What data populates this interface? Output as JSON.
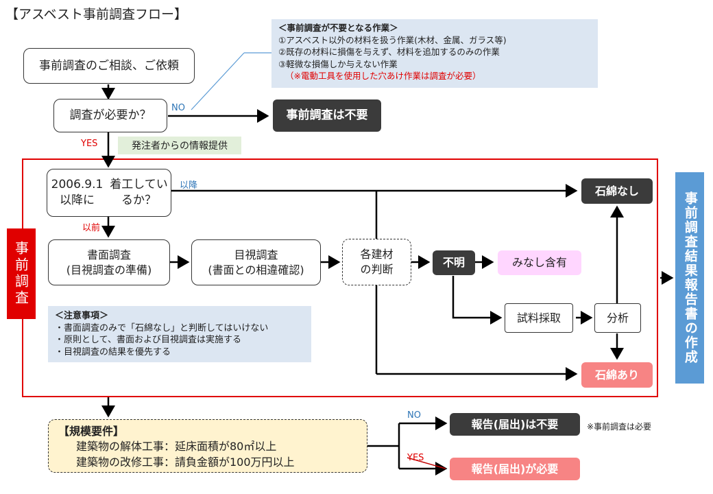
{
  "title": "【アスベスト事前調査フロー】",
  "note_top": {
    "heading": "＜事前調査が不要となる作業＞",
    "items": [
      "①アスベスト以外の材料を扱う作業(木材、金属、ガラス等)",
      "②既存の材料に損傷を与えず、材料を追加するのみの作業",
      "③軽微な損傷しか与えない作業"
    ],
    "red_note": "（※電動工具を使用した穴あけ作業は調査が必要）"
  },
  "nodes": {
    "consult": "事前調査のご相談、ご依頼",
    "need": "調査が必要か？",
    "not_needed": "事前調査は不要",
    "date_line1": "2006.9.1以降に",
    "date_line2": "着工しているか？",
    "doc_line1": "書面調査",
    "doc_line2": "(目視調査の準備)",
    "visual_line1": "目視調査",
    "visual_line2": "(書面との相違確認)",
    "judge_line1": "各建材",
    "judge_line2": "の判断",
    "unknown": "不明",
    "deemed": "みなし含有",
    "sampling": "試料採取",
    "analysis": "分析",
    "none": "石綿なし",
    "present": "石綿あり",
    "report_make": "事前調査結果報告書の作成",
    "report_not": "報告(届出)は不要",
    "report_need": "報告(届出)が必要"
  },
  "labels": {
    "no": "NO",
    "yes": "YES",
    "info": "発注者からの情報提供",
    "after": "以降",
    "before": "以前",
    "side": "事前調査",
    "no2": "NO",
    "yes2": "YES",
    "footnote": "※事前調査は必要"
  },
  "caution": {
    "heading": "＜注意事項＞",
    "items": [
      "・書面調査のみで「石綿なし」と判断してはいけない",
      "・原則として、書面および目視調査は実施する",
      "・目視調査の結果を優先する"
    ]
  },
  "scale": {
    "heading": "【規模要件】",
    "items": [
      "建築物の解体工事：延床面積が80㎡以上",
      "建築物の改修工事：請負金額が100万円以上"
    ]
  },
  "colors": {
    "dark": "#3b3b3b",
    "pink": "#f78484",
    "blue": "#5b9bd5",
    "lightblue": "#dce6f2",
    "red": "#e00000",
    "lightgreen": "#e2efda",
    "lightpink": "#ffd6ff",
    "cream": "#fff3cf"
  }
}
